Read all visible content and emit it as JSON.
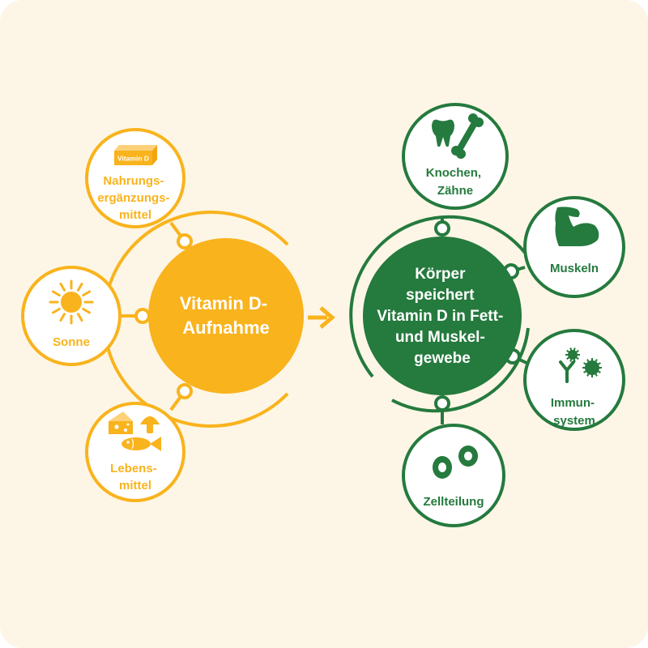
{
  "colors": {
    "background": "#fdf6e6",
    "accent_yellow": "#f9b31d",
    "accent_green": "#257a3e",
    "white": "#ffffff"
  },
  "intake": {
    "center_label_lines": [
      "Vitamin D-",
      "Aufnahme"
    ],
    "sources": [
      {
        "label_lines": [
          "Nahrungs-",
          "ergänzungs-",
          "mittel"
        ],
        "icon": "supplement-box-icon",
        "icon_text": "Vitamin D"
      },
      {
        "label_lines": [
          "Sonne"
        ],
        "icon": "sun-icon"
      },
      {
        "label_lines": [
          "Lebens-",
          "mittel"
        ],
        "icon": "food-icon"
      }
    ]
  },
  "storage": {
    "center_label_lines": [
      "Körper",
      "speichert",
      "Vitamin D in Fett-",
      "und Muskel-",
      "gewebe"
    ],
    "functions": [
      {
        "label_lines": [
          "Knochen,",
          "Zähne"
        ],
        "icon": "bone-tooth-icon"
      },
      {
        "label_lines": [
          "Muskeln"
        ],
        "icon": "flexed-arm-icon"
      },
      {
        "label_lines": [
          "Immun-",
          "system"
        ],
        "icon": "immune-cells-icon"
      },
      {
        "label_lines": [
          "Zellteilung"
        ],
        "icon": "cell-division-icon"
      }
    ]
  },
  "connector": {
    "icon": "arrow-right-icon"
  }
}
